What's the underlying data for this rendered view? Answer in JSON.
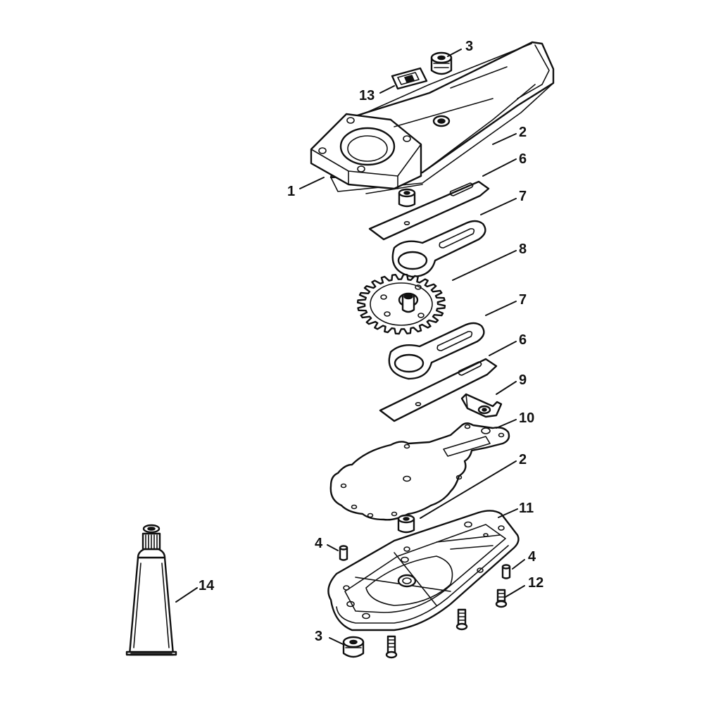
{
  "diagram": {
    "callouts": {
      "c1": "1",
      "c2a": "2",
      "c2b": "2",
      "c3a": "3",
      "c3b": "3",
      "c4a": "4",
      "c4b": "4",
      "c6a": "6",
      "c6b": "6",
      "c7a": "7",
      "c7b": "7",
      "c8": "8",
      "c9": "9",
      "c10": "10",
      "c11": "11",
      "c12": "12",
      "c13": "13",
      "c14": "14"
    }
  }
}
